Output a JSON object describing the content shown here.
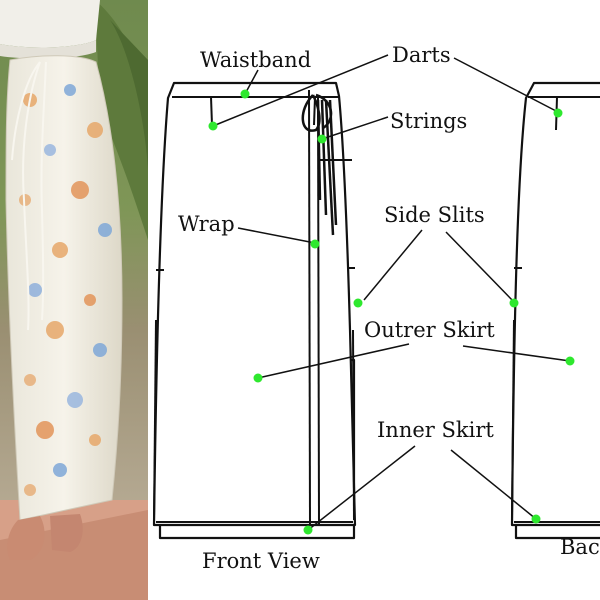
{
  "diagram": {
    "labels": {
      "waistband": "Waistband",
      "darts": "Darts",
      "strings": "Strings",
      "wrap": "Wrap",
      "side_slits": "Side Slits",
      "outer_skirt": "Outrer Skirt",
      "inner_skirt": "Inner Skirt",
      "front_view": "Front View",
      "back_view": "Back"
    }
  },
  "colors": {
    "marker": "#2ee82e",
    "line": "#111111",
    "background": "#ffffff"
  }
}
